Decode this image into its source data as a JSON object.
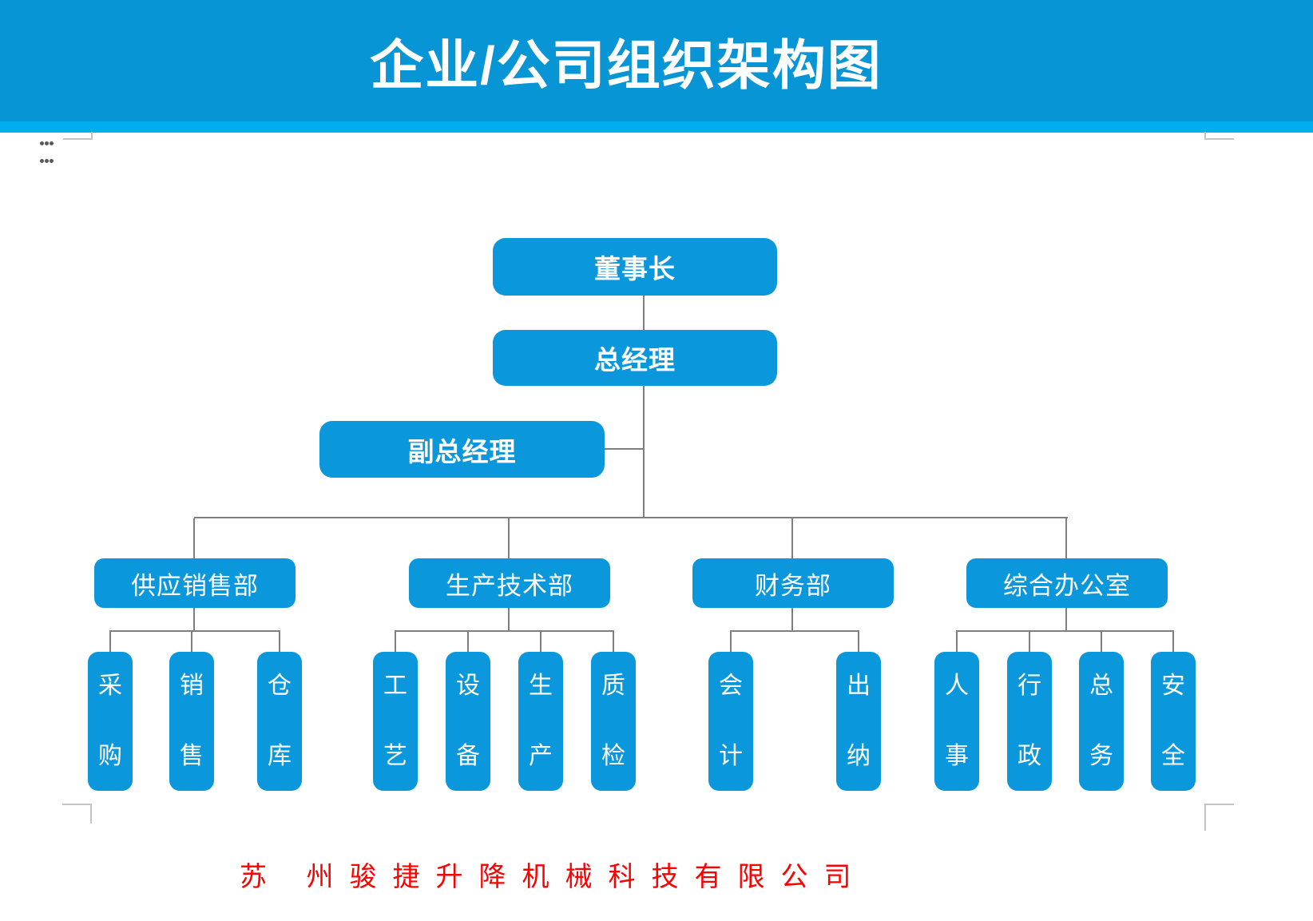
{
  "header": {
    "title": "企业/公司组织架构图"
  },
  "org": {
    "chairman": "董事长",
    "general_manager": "总经理",
    "deputy_general_manager": "副总经理",
    "departments": [
      {
        "label": "供应销售部",
        "children": [
          "采购",
          "销售",
          "仓库"
        ]
      },
      {
        "label": "生产技术部",
        "children": [
          "工艺",
          "设备",
          "生产",
          "质检"
        ]
      },
      {
        "label": "财务部",
        "children": [
          "会计",
          "出纳"
        ]
      },
      {
        "label": "综合办公室",
        "children": [
          "人事",
          "行政",
          "总务",
          "安全"
        ]
      }
    ]
  },
  "footer": {
    "company_name": "苏 州骏捷升降机械科技有限公司"
  },
  "colors": {
    "banner_blue": "#0795d5",
    "banner_strip_blue": "#00aeef",
    "node_blue": "#0a97dc",
    "connector_gray": "#7f7f7f",
    "boundary_mark_gray": "#c4c4c4",
    "company_red": "#fe0000"
  }
}
